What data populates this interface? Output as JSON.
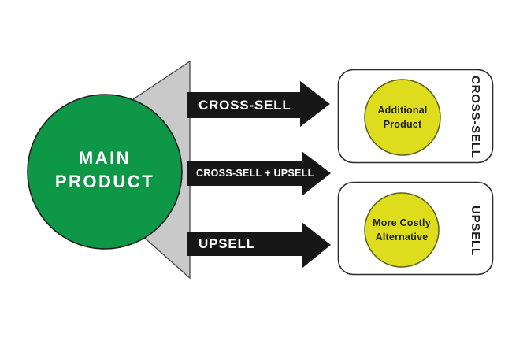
{
  "main_product": {
    "line1": "MAIN",
    "line2": "PRODUCT"
  },
  "arrows": [
    {
      "label": "CROSS-SELL"
    },
    {
      "label": "CROSS-SELL + UPSELL"
    },
    {
      "label": "UPSELL"
    }
  ],
  "result_boxes": [
    {
      "circle_line1": "Additional",
      "circle_line2": "Product",
      "side_label": "CROSS-SELL"
    },
    {
      "circle_line1": "More Costly",
      "circle_line2": "Alternative",
      "side_label": "UPSELL"
    }
  ],
  "colors": {
    "background": "#ffffff",
    "main_circle_green": "#0d9747",
    "result_circle_yellow": "#dddd1d",
    "funnel_gray": "#c9c9c9",
    "arrow_black": "#171717"
  }
}
